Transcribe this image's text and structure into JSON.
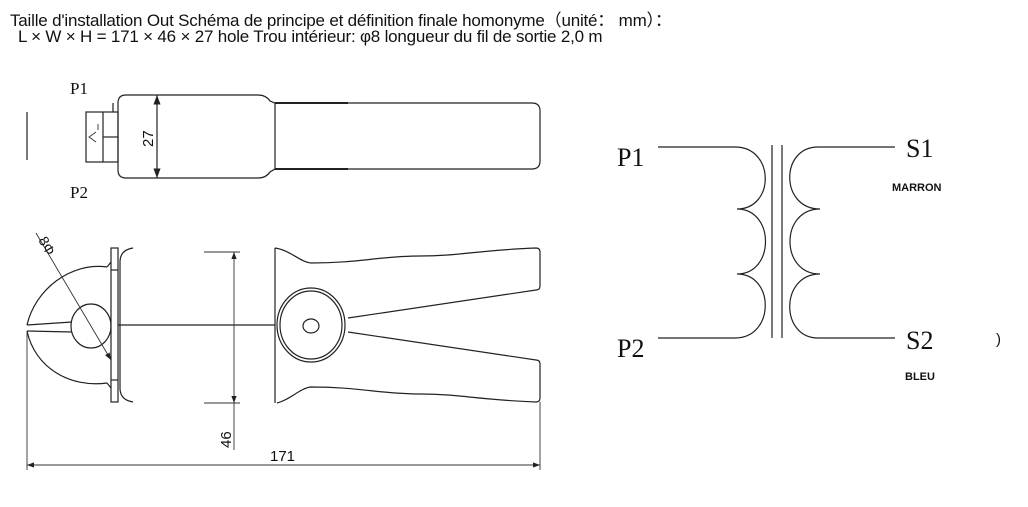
{
  "header": {
    "line1": "Taille d'installation Out Schéma de principe et définition finale homonyme（unité： mm）：",
    "line2": "L × W × H = 171 × 46 × 27 hole Trou intérieur: φ8 longueur du fil de sortie 2,0 m"
  },
  "side_view": {
    "label_p1": "P1",
    "label_p2": "P2",
    "height_dim": "27"
  },
  "front_view": {
    "hole_dim": "8Φ",
    "width_dim": "46",
    "length_dim": "171"
  },
  "schematic": {
    "primary_top": "P1",
    "primary_bottom": "P2",
    "secondary_top": "S1",
    "secondary_top_color": "MARRON",
    "secondary_bottom": "S2",
    "secondary_bottom_color": "BLEU",
    "stray_mark": ")"
  }
}
